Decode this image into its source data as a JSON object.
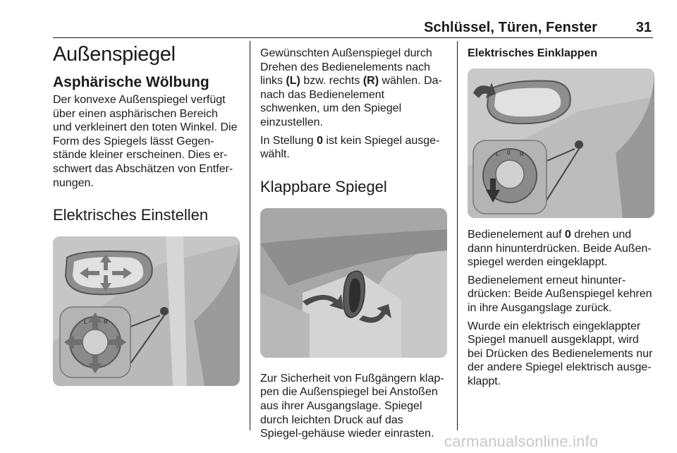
{
  "header": {
    "title": "Schlüssel, Türen, Fenster",
    "page_number": "31"
  },
  "col1": {
    "h1": "Außenspiegel",
    "h2": "Asphärische Wölbung",
    "p1": "Der konvexe Außenspiegel verfügt über einen asphärischen Bereich und verkleinert den toten Winkel. Die Form des Spiegels lässt Gegen-stände kleiner erscheinen. Dies er-schwert das Abschätzen von Entfer-nungen.",
    "h3": "Elektrisches Einstellen"
  },
  "col2": {
    "p1_a": "Gewünschten Außenspiegel durch Drehen des Bedienelements nach links ",
    "p1_b": "(L)",
    "p1_c": " bzw. rechts ",
    "p1_d": "(R)",
    "p1_e": " wählen. Da-nach das Bedienelement schwenken, um den Spiegel einzustellen.",
    "p2_a": "In Stellung ",
    "p2_b": "0",
    "p2_c": " ist kein Spiegel ausge-wählt.",
    "h3": "Klappbare Spiegel",
    "p3": "Zur Sicherheit von Fußgängern klap-pen die Außenspiegel bei Anstoßen aus ihrer Ausgangslage. Spiegel durch leichten Druck auf das Spiegel-gehäuse wieder einrasten."
  },
  "col3": {
    "h4": "Elektrisches Einklappen",
    "p1_a": "Bedienelement auf ",
    "p1_b": "0",
    "p1_c": " drehen und dann hinunterdrücken. Beide Außen-spiegel werden eingeklappt.",
    "p2": "Bedienelement erneut hinunter-drücken: Beide Außenspiegel kehren in ihre Ausgangslage zurück.",
    "p3": "Wurde ein elektrisch eingeklappter Spiegel manuell ausgeklappt, wird bei Drücken des Bedienelements nur der andere Spiegel elektrisch ausge-klappt."
  },
  "watermark": "carmanualsonline.info"
}
